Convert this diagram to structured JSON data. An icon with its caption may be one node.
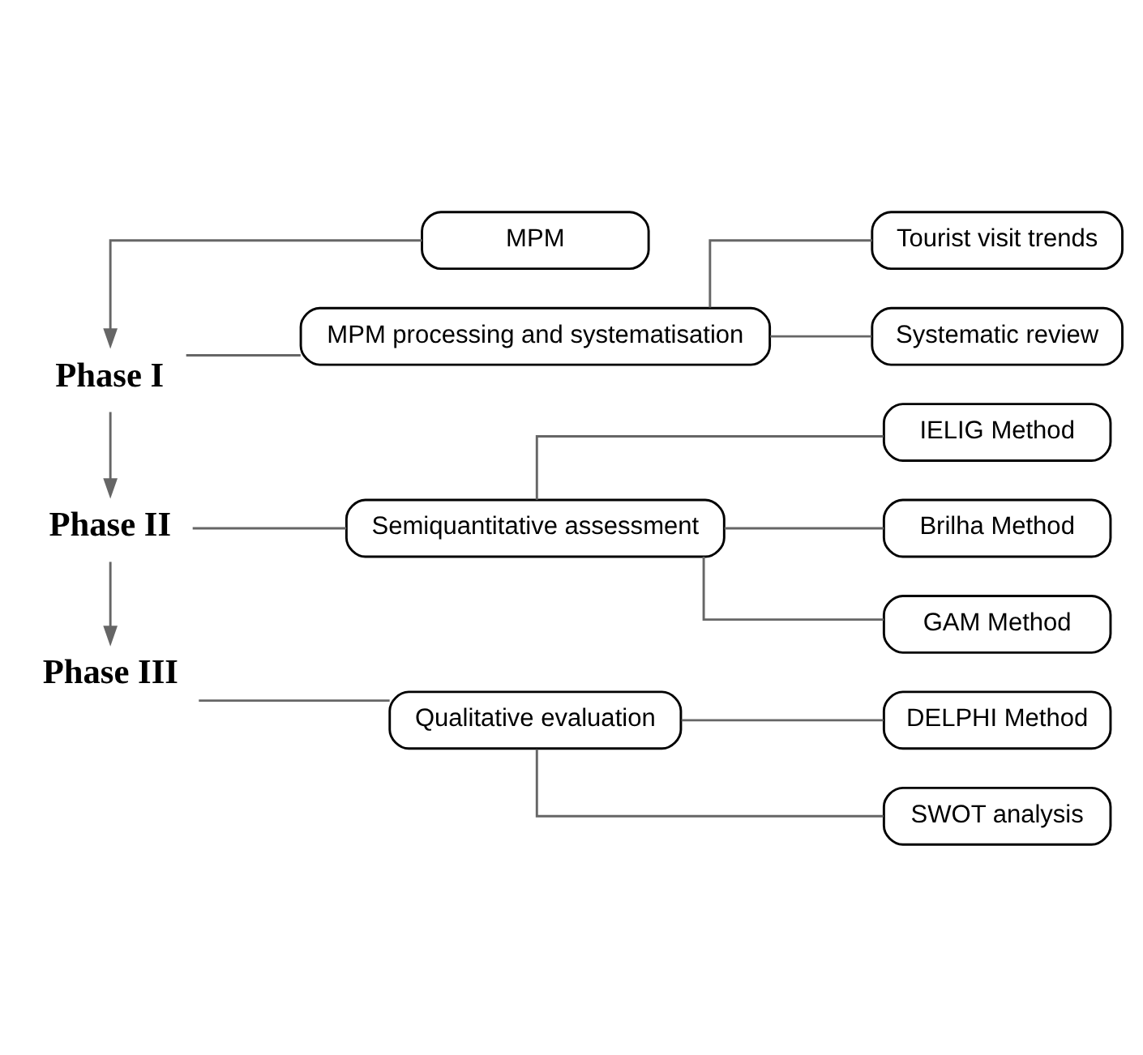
{
  "diagram": {
    "nodes": [
      {
        "text": [
          "MPM"
        ]
      },
      {
        "text": [
          "Phase I"
        ]
      },
      {
        "text": [
          "MPM processing and systematisation"
        ]
      },
      {
        "text": [
          "Tourist visit trends"
        ]
      },
      {
        "text": [
          "Systematic review"
        ]
      },
      {
        "text": [
          "Phase II"
        ]
      },
      {
        "text": [
          "Semiquantitative assessment"
        ]
      },
      {
        "text": [
          "IELIG Method"
        ]
      },
      {
        "text": [
          "Brilha Method"
        ]
      },
      {
        "text": [
          "GAM Method"
        ]
      },
      {
        "text": [
          "Phase III"
        ]
      },
      {
        "text": [
          "Qualitative evaluation"
        ]
      },
      {
        "text": [
          "DELPHI Method"
        ]
      },
      {
        "text": [
          "SWOT analysis"
        ]
      }
    ],
    "edges": [
      {
        "from": 0,
        "to": 1,
        "arrow": "to"
      },
      {
        "from": 1,
        "to": 2,
        "arrow": "none"
      },
      {
        "from": 2,
        "to": 3,
        "arrow": "none"
      },
      {
        "from": 2,
        "to": 4,
        "arrow": "none"
      },
      {
        "from": 1,
        "to": 5,
        "arrow": "to"
      },
      {
        "from": 5,
        "to": 6,
        "arrow": "none"
      },
      {
        "from": 6,
        "to": 7,
        "arrow": "none"
      },
      {
        "from": 6,
        "to": 8,
        "arrow": "none"
      },
      {
        "from": 6,
        "to": 9,
        "arrow": "none"
      },
      {
        "from": 5,
        "to": 10,
        "arrow": "to"
      },
      {
        "from": 10,
        "to": 11,
        "arrow": "none"
      },
      {
        "from": 11,
        "to": 12,
        "arrow": "none"
      },
      {
        "from": 11,
        "to": 13,
        "arrow": "none"
      }
    ]
  }
}
